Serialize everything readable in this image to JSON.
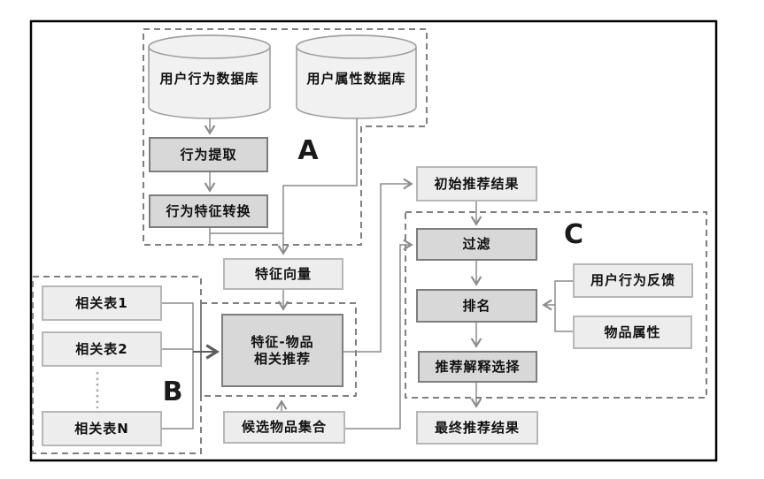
{
  "nodes": {
    "user_behavior_db": {
      "label": "用户行为数据库"
    },
    "user_attribute_db": {
      "label": "用户属性数据库"
    },
    "behavior_extract": {
      "label": "行为提取"
    },
    "behavior_transform": {
      "label": "行为特征转换"
    },
    "feature_vector": {
      "label": "特征向量"
    },
    "related_table_1": {
      "label": "相关表1"
    },
    "related_table_2": {
      "label": "相关表2"
    },
    "related_table_n": {
      "label": "相关表N"
    },
    "feature_item_recommend": {
      "line1": "特征-物品",
      "line2": "相关推荐"
    },
    "initial_results": {
      "label": "初始推荐结果"
    },
    "filter": {
      "label": "过滤"
    },
    "ranking": {
      "label": "排名"
    },
    "explanation_select": {
      "label": "推荐解释选择"
    },
    "user_feedback": {
      "label": "用户行为反馈"
    },
    "item_attributes": {
      "label": "物品属性"
    },
    "candidate_set": {
      "label": "候选物品集合"
    },
    "final_results": {
      "label": "最终推荐结果"
    }
  },
  "group_labels": {
    "a": "A",
    "b": "B",
    "c": "C"
  },
  "colors": {
    "dark_box_fill": "#d8d8d8",
    "dark_box_border": "#7d7d7d",
    "light_box_fill": "#ededed",
    "light_box_border": "#b7b7b7",
    "cylinder_fill": "#f1f1f1",
    "connector_line": "#8c8c8c",
    "dashed_border": "#7f7f7f",
    "frame_border": "#000000"
  }
}
